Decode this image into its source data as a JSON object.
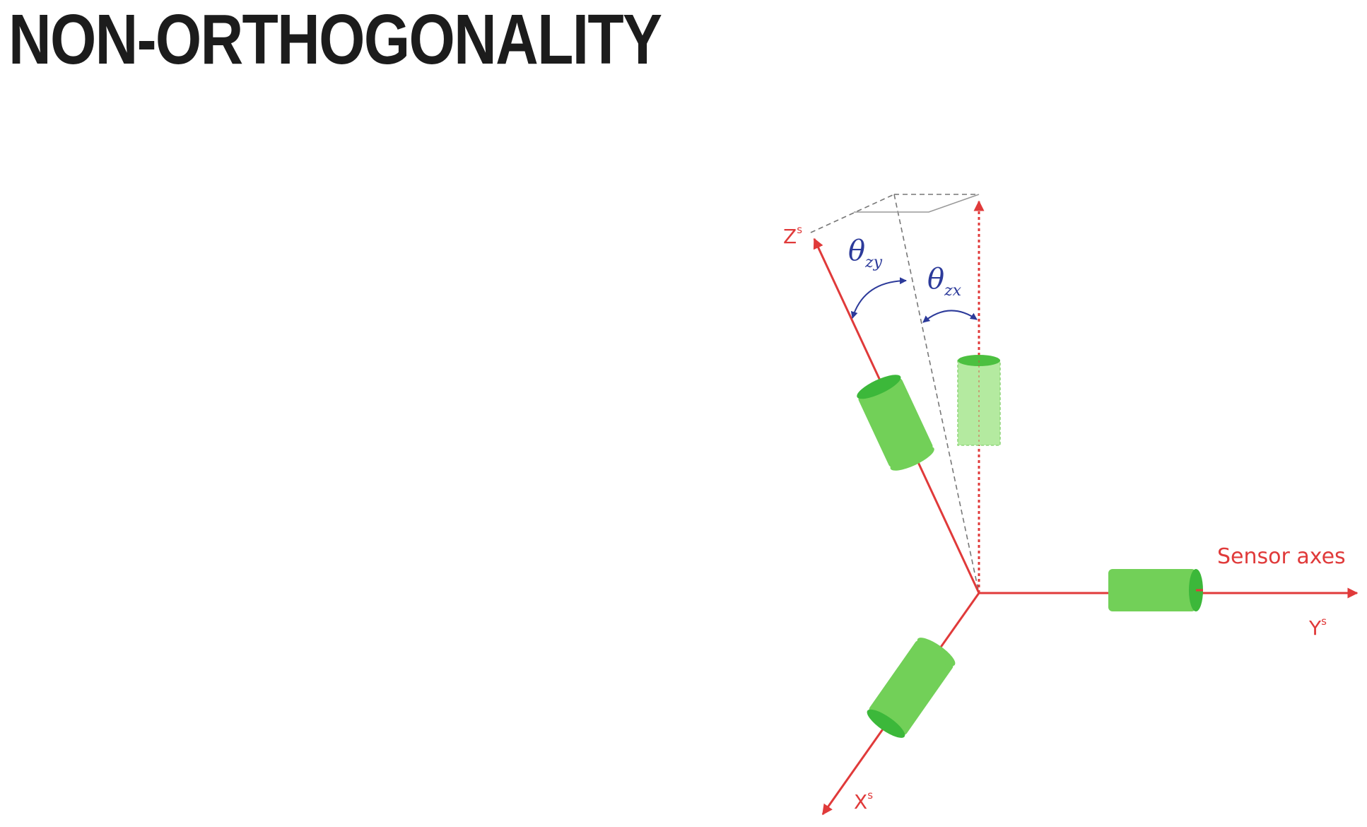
{
  "title": "NON-ORTHOGONALITY",
  "diagram": {
    "caption": "Sensor axes",
    "axes": {
      "z": "Z",
      "y": "Y",
      "x": "X",
      "superscript": "s"
    },
    "angles": {
      "zy": {
        "symbol": "θ",
        "sub": "zy"
      },
      "zx": {
        "symbol": "θ",
        "sub": "zx"
      }
    },
    "colors": {
      "axis": "#e03a3a",
      "cylinder": "#72d058",
      "cylinder_dark": "#3cb83a",
      "ghost": "#b4eaa0",
      "angle": "#2c3a9a",
      "dashed": "#777777"
    }
  }
}
